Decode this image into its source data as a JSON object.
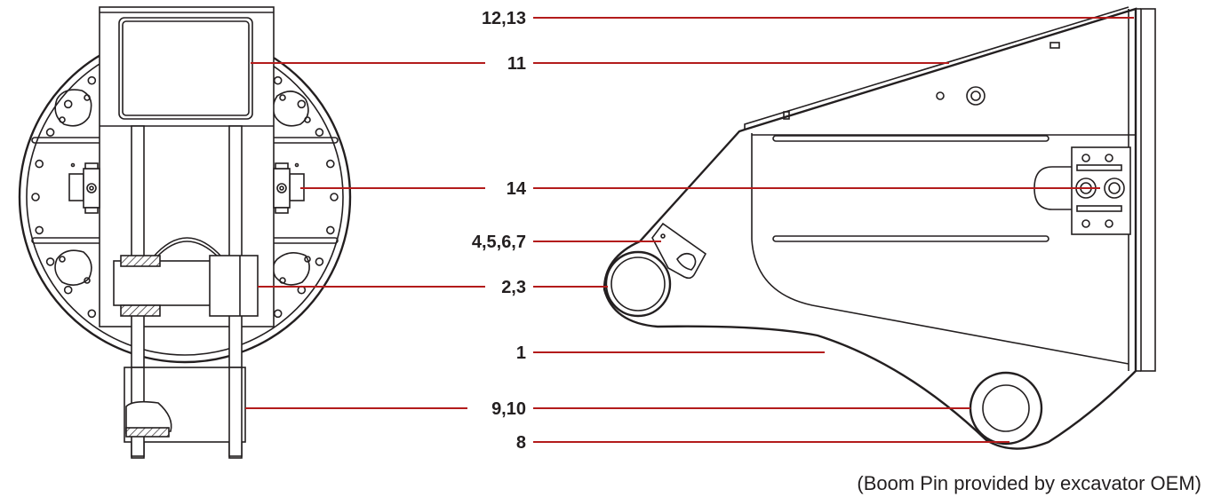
{
  "callouts": [
    {
      "id": "c1213",
      "label": "12,13"
    },
    {
      "id": "c11",
      "label": "11"
    },
    {
      "id": "c14",
      "label": "14"
    },
    {
      "id": "c4567",
      "label": "4,5,6,7"
    },
    {
      "id": "c23",
      "label": "2,3"
    },
    {
      "id": "c1",
      "label": "1"
    },
    {
      "id": "c910",
      "label": "9,10"
    },
    {
      "id": "c8",
      "label": "8"
    }
  ],
  "note": "(Boom Pin provided by excavator OEM)",
  "colors": {
    "leader": "#b31b1b",
    "linework": "#231f20",
    "background": "#ffffff"
  }
}
